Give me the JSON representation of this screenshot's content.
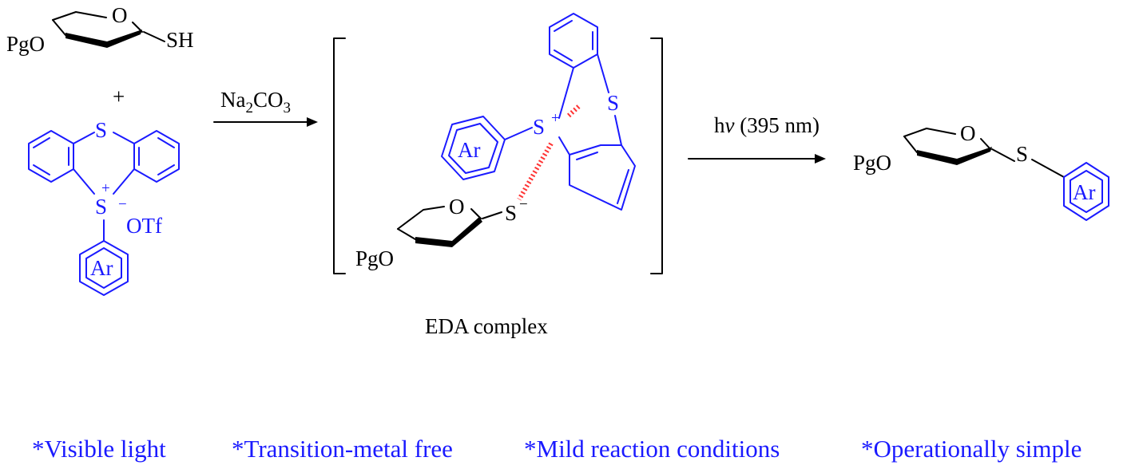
{
  "colors": {
    "reagent": "#1a1aff",
    "ink": "#000000",
    "interaction": "#ff3333"
  },
  "reactant_sugar": {
    "pgo": "PgO",
    "ring_o": "O",
    "sh": "SH"
  },
  "plus": "+",
  "sulfonium_salt": {
    "s_top": "S",
    "s_plus": "S",
    "charge_plus": "+",
    "charge_minus": "−",
    "otf": "OTf",
    "ar": "Ar"
  },
  "arrow1": {
    "reagent": "Na",
    "sub2": "2",
    "co": "CO",
    "sub3": "3"
  },
  "eda_complex": {
    "s_top": "S",
    "s_plus": "S",
    "charge_plus": "+",
    "ar": "Ar",
    "thiolate_s": "S",
    "charge_minus": "−",
    "ring_o": "O",
    "pgo": "PgO",
    "label": "EDA complex"
  },
  "arrow2": {
    "h": "h",
    "nu": "v",
    "cond": " (395 nm)"
  },
  "product": {
    "pgo": "PgO",
    "ring_o": "O",
    "s": "S",
    "ar": "Ar"
  },
  "features": [
    "*Visible light",
    "*Transition-metal free",
    "*Mild reaction conditions",
    "*Operationally simple"
  ]
}
